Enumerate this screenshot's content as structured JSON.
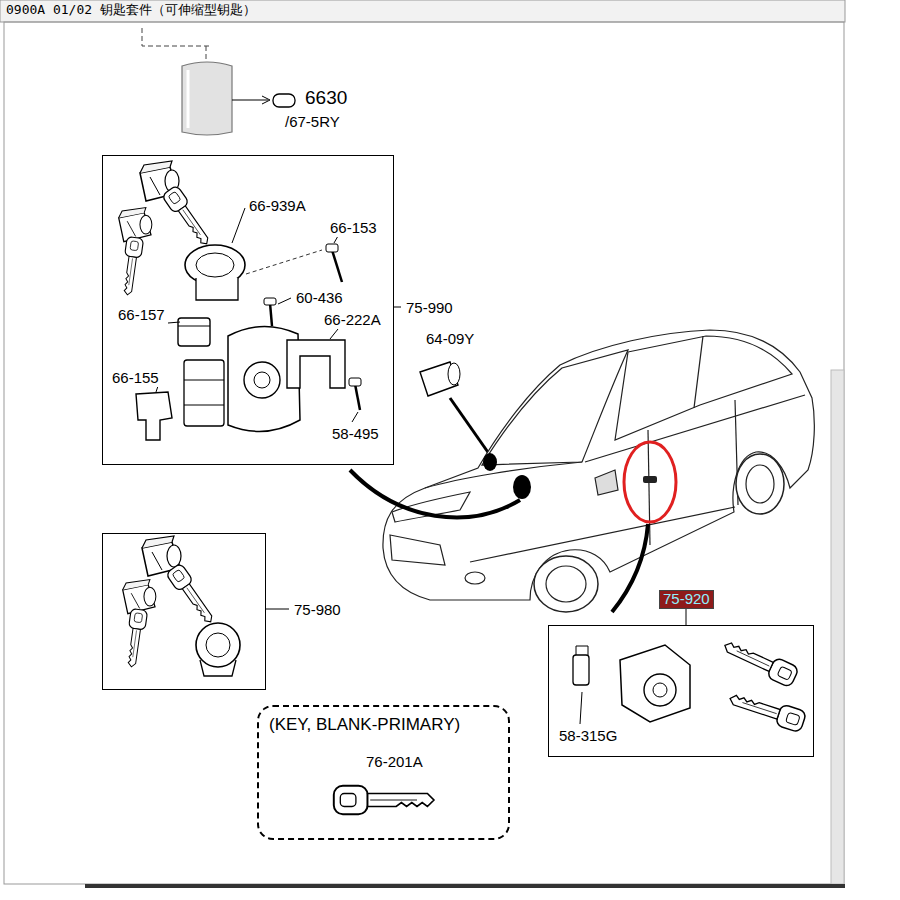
{
  "diagram": {
    "title": "0900A 01/02 钥匙套件（可伸缩型钥匙）",
    "nodes": [
      {
        "text": [
          "75-990",
          "66-939A",
          "66-153",
          "60-436",
          "66-157",
          "66-222A",
          "66-155",
          "58-495"
        ]
      },
      {
        "text": [
          "75-980"
        ]
      },
      {
        "text": [
          "75-920",
          "58-315G"
        ]
      },
      {
        "text": [
          "(KEY, BLANK-PRIMARY)",
          "76-201A"
        ]
      }
    ],
    "labels": [
      "6630",
      "/67-5RY",
      "64-09Y"
    ]
  }
}
